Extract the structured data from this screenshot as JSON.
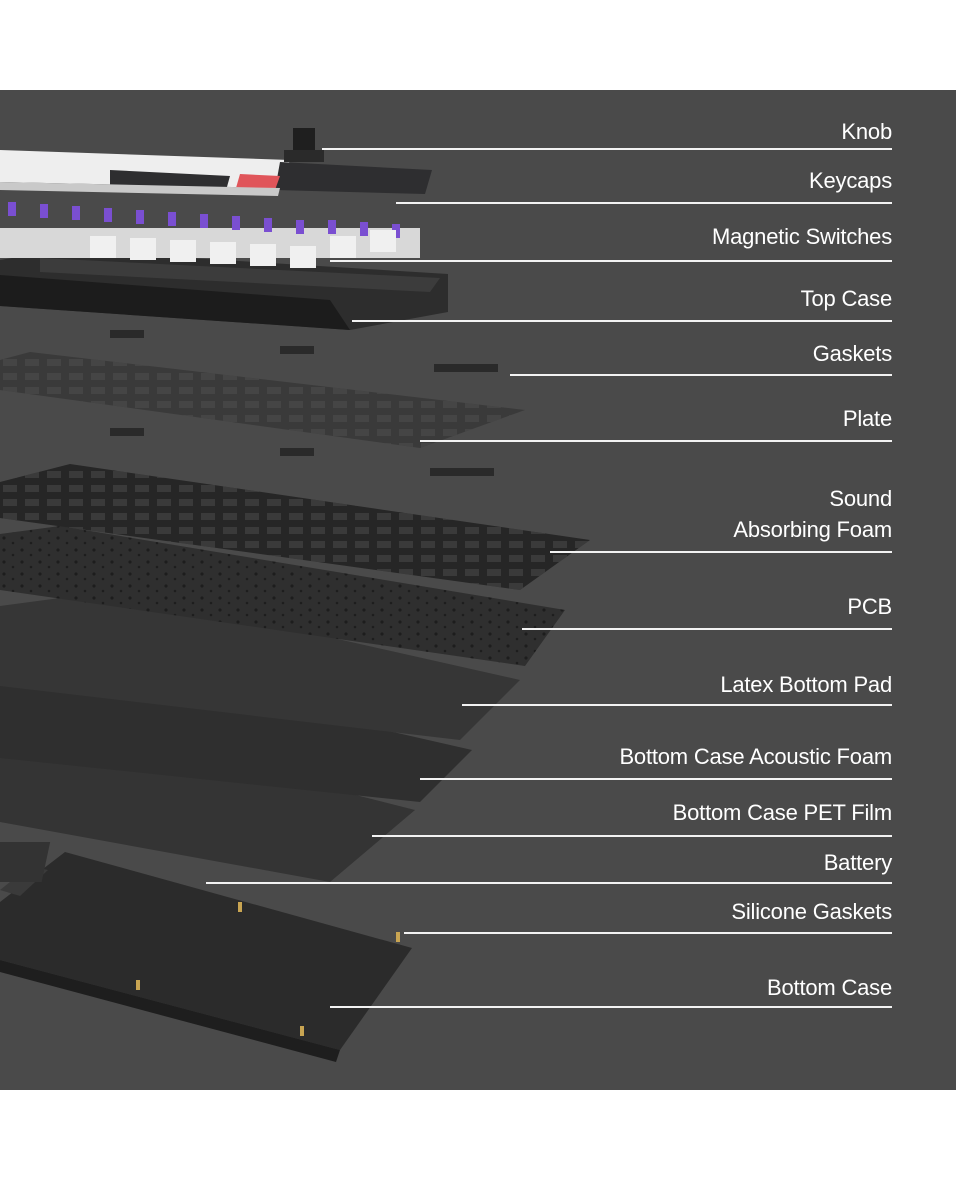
{
  "diagram": {
    "background_color": "#4a4a4a",
    "labels": [
      {
        "id": "knob",
        "text": "Knob"
      },
      {
        "id": "keycaps",
        "text": "Keycaps"
      },
      {
        "id": "switches",
        "text": "Magnetic Switches"
      },
      {
        "id": "top-case",
        "text": "Top Case"
      },
      {
        "id": "gaskets",
        "text": "Gaskets"
      },
      {
        "id": "plate",
        "text": "Plate"
      },
      {
        "id": "foam-line-1",
        "text": "Sound"
      },
      {
        "id": "foam-line-2",
        "text": "Absorbing Foam"
      },
      {
        "id": "pcb",
        "text": "PCB"
      },
      {
        "id": "latex-pad",
        "text": "Latex Bottom Pad"
      },
      {
        "id": "acoustic-foam",
        "text": "Bottom Case Acoustic Foam"
      },
      {
        "id": "pet-film",
        "text": "Bottom Case PET Film"
      },
      {
        "id": "battery",
        "text": "Battery"
      },
      {
        "id": "silicone-gaskets",
        "text": "Silicone Gaskets"
      },
      {
        "id": "bottom-case",
        "text": "Bottom Case"
      }
    ],
    "colors": {
      "key_white": "#eeeeee",
      "key_dark": "#2e2e30",
      "accent_red": "#e0555a",
      "switch_purple": "#7a4fd1",
      "leader_line": "#f2f2f2"
    }
  }
}
